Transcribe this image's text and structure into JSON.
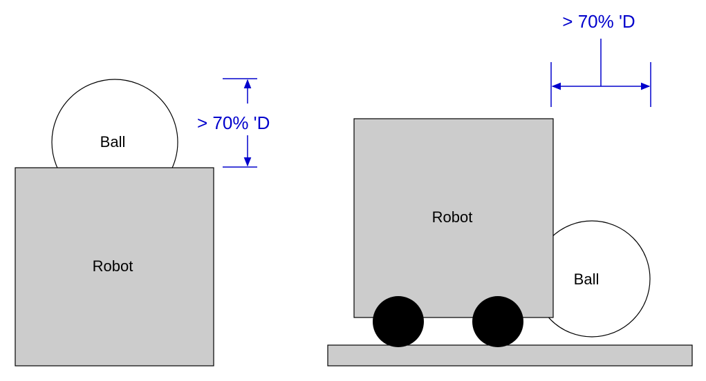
{
  "colors": {
    "robot_fill": "#cccccc",
    "outline": "#000000",
    "ball_fill": "#ffffff",
    "wheel_fill": "#000000",
    "ground_fill": "#cccccc",
    "dimension": "#0000cc"
  },
  "left_view": {
    "ball_label": "Ball",
    "robot_label": "Robot",
    "dimension_label": "> 70% 'D"
  },
  "right_view": {
    "ball_label": "Ball",
    "robot_label": "Robot",
    "dimension_label": "> 70% 'D"
  }
}
